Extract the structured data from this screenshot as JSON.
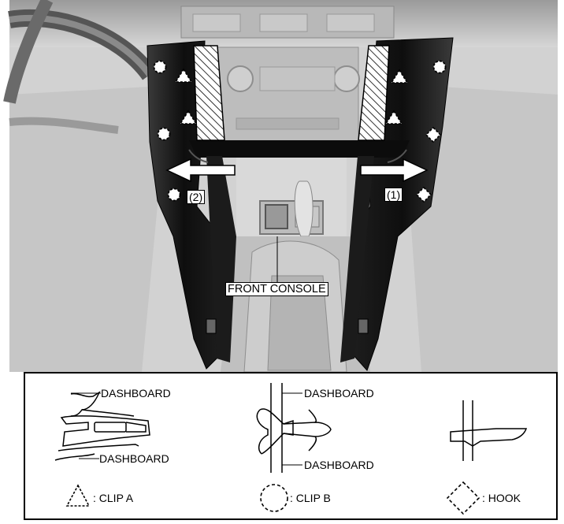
{
  "photo": {
    "callouts": {
      "removal_1": "(1)",
      "removal_2": "(2)",
      "front_console": "FRONT CONSOLE"
    }
  },
  "legend": {
    "clip_a_detail": {
      "upper": "DASHBOARD",
      "lower": "DASHBOARD"
    },
    "clip_b_detail": {
      "upper": "DASHBOARD",
      "lower": "DASHBOARD"
    },
    "symbols": {
      "clip_a": ": CLIP A",
      "clip_b": ": CLIP B",
      "hook": ": HOOK"
    }
  },
  "colors": {
    "background": "#ffffff",
    "photo_bg": "#d0d0d0",
    "panel": "#121212",
    "ink": "#000000"
  }
}
